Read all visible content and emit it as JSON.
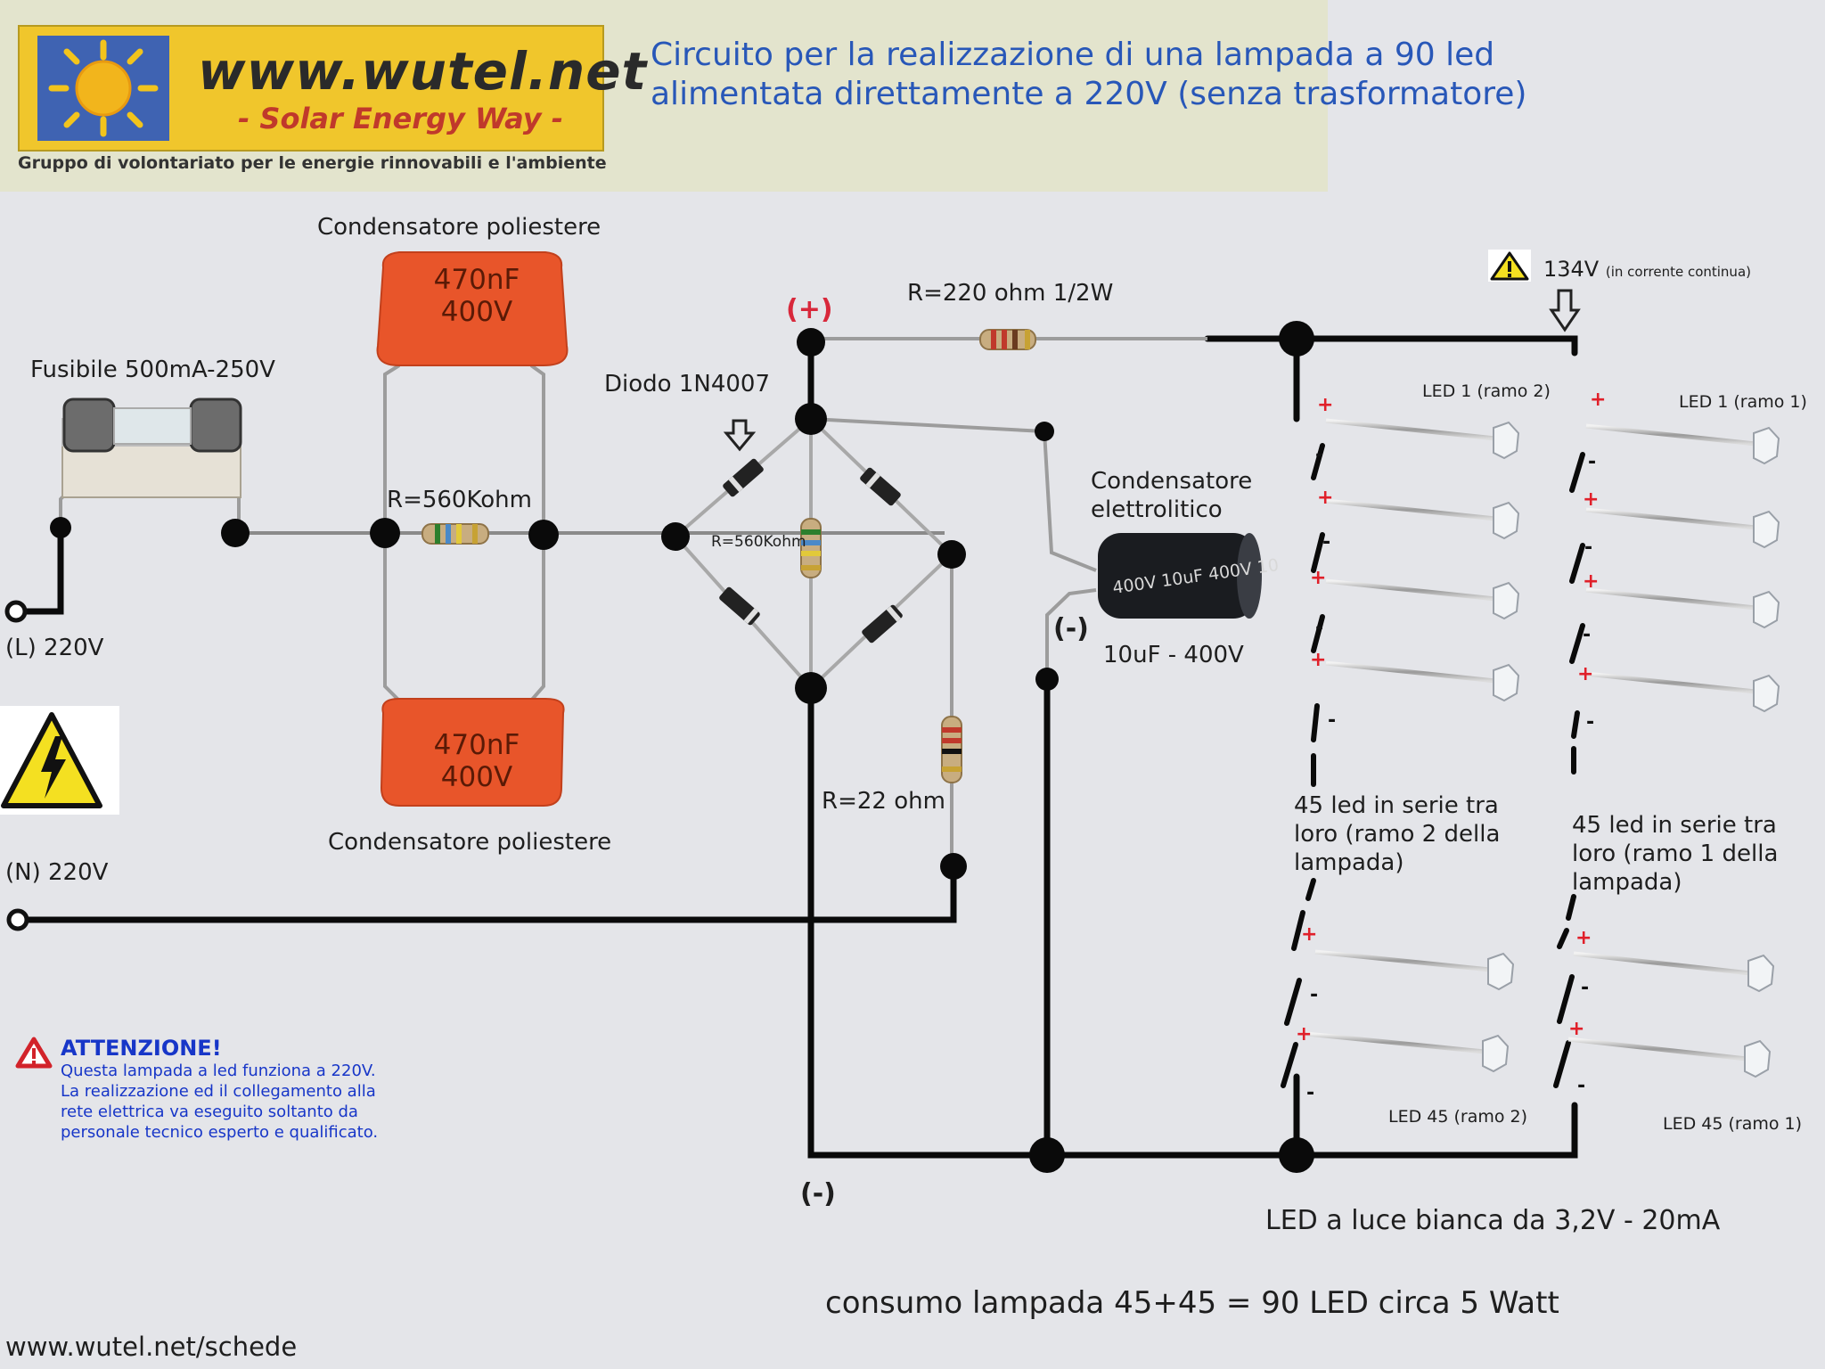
{
  "logo": {
    "url": "www.wutel.net",
    "tagline": "- Solar Energy Way -",
    "subtitle": "Gruppo di volontariato per le energie rinnovabili e l'ambiente"
  },
  "title": {
    "line1": "Circuito per la realizzazione di una lampada a 90 led",
    "line2": "alimentata direttamente a 220V (senza trasformatore)"
  },
  "labels": {
    "cap_top_title": "Condensatore poliestere",
    "cap_bottom_title": "Condensatore poliestere",
    "cap_value_line1": "470nF",
    "cap_value_line2": "400V",
    "fuse": "Fusibile 500mA-250V",
    "line_in": "(L) 220V",
    "neutral_in": "(N) 220V",
    "r_560": "R=560Kohm",
    "r_560_small": "R=560Kohm",
    "diode": "Diodo 1N4007",
    "r_220": "R=220 ohm 1/2W",
    "plus_bridge": "(+)",
    "minus_cap": "(-)",
    "minus_bottom": "(-)",
    "r_22": "R=22 ohm",
    "elec_cap_line1": "Condensatore",
    "elec_cap_line2": "elettrolitico",
    "elec_cap_value": "10uF - 400V",
    "elec_cap_print": "400V 10uF 400V 10",
    "voltage": "134V",
    "voltage_note": "(in corrente continua)",
    "led1_branch2": "LED 1 (ramo 2)",
    "led1_branch1": "LED 1 (ramo 1)",
    "led45_branch2": "LED 45 (ramo 2)",
    "led45_branch1": "LED 45 (ramo 1)",
    "series_branch2": [
      "45 led in serie tra",
      "loro (ramo 2 della",
      "lampada)"
    ],
    "series_branch1": [
      "45 led in serie tra",
      "loro (ramo 1 della",
      "lampada)"
    ],
    "led_spec": "LED a luce bianca da 3,2V - 20mA",
    "consumption": "consumo lampada 45+45 = 90 LED circa 5 Watt",
    "footer_url": "www.wutel.net/schede",
    "plus_sign": "+",
    "minus_sign": "-"
  },
  "warning": {
    "title": "ATTENZIONE!",
    "lines": [
      "Questa lampada a led funziona a 220V.",
      "La realizzazione ed il collegamento alla",
      "rete elettrica va eseguito soltanto da",
      "personale tecnico esperto e qualificato."
    ]
  },
  "colors": {
    "title_blue": "#2857b8",
    "warning_blue": "#1736c8",
    "polarity_red": "#e0202a",
    "capacitor_orange": "#e8552a",
    "logo_yellow": "#f0c62c"
  }
}
